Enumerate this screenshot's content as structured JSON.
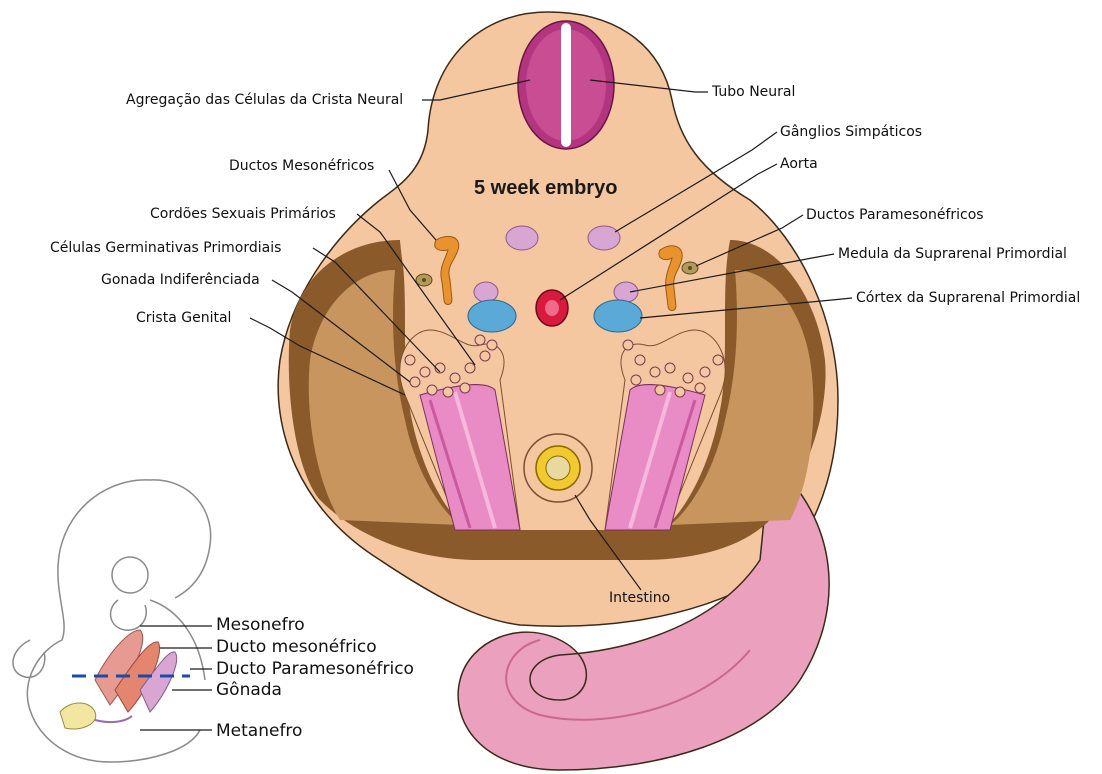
{
  "diagram": {
    "title": "5 week embryo",
    "labels": {
      "neural_crest": "Agregação das Células da Crista Neural",
      "neural_tube": "Tubo Neural",
      "sympathetic_ganglia": "Gânglios Simpáticos",
      "aorta": "Aorta",
      "mesonephric_ducts": "Ductos Mesonéfricos",
      "primary_sex_cords": "Cordões Sexuais Primários",
      "primordial_germ_cells": "Células Germinativas Primordiais",
      "indifferent_gonad": "Gonada Indiferênciada",
      "genital_ridge": "Crista Genital",
      "paramesonephric_ducts": "Ductos Paramesonéfricos",
      "adrenal_medulla": "Medula da Suprarenal Primordial",
      "adrenal_cortex": "Córtex da Suprarenal Primordial",
      "intestine": "Intestino"
    },
    "inset_labels": {
      "mesonephros": "Mesonefro",
      "mesonephric_duct": "Ducto mesonéfrico",
      "paramesonephric_duct": "Ducto Paramesonéfrico",
      "gonad": "Gônada",
      "metanephros": "Metanefro"
    },
    "colors": {
      "body": "#F5C7A0",
      "cavity": "#8B5A2B",
      "pink": "#E98BC4",
      "duct": "#E8932E",
      "blue": "#5AA9D6",
      "aorta": "#D81B3C",
      "lilac": "#D9A6D3"
    }
  }
}
